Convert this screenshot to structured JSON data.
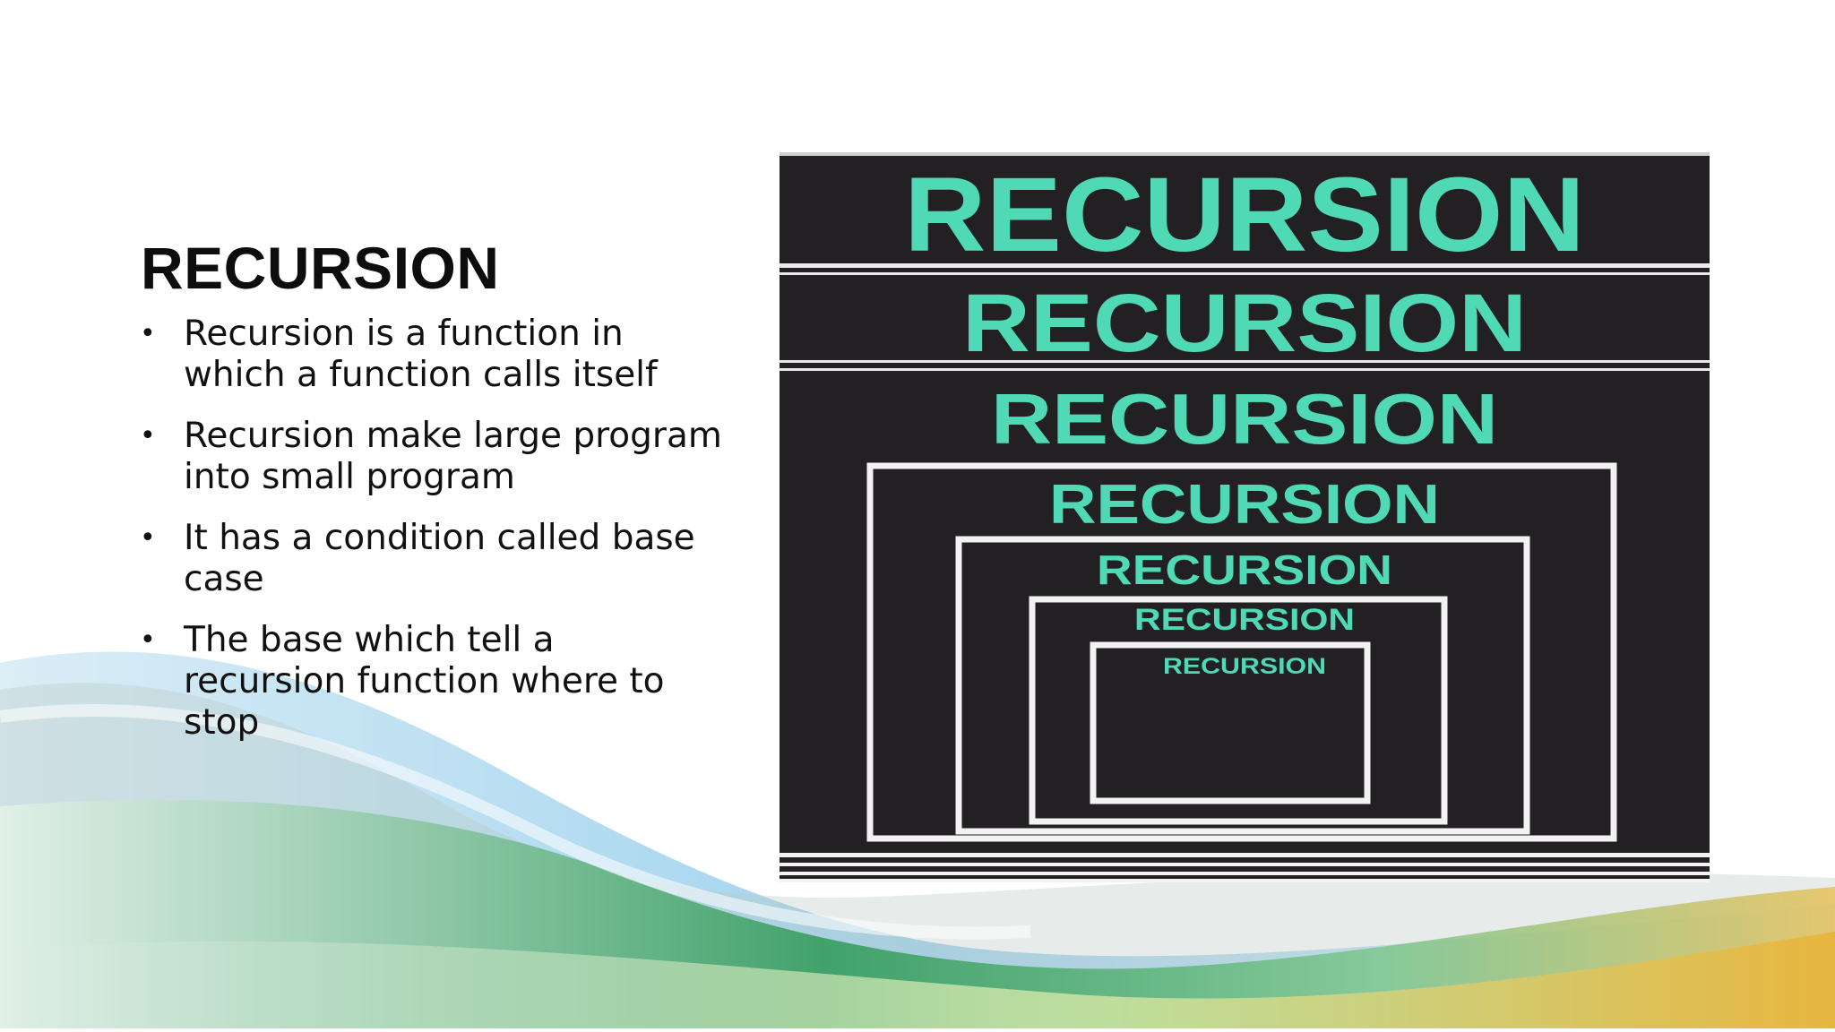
{
  "slide": {
    "title": "RECURSION",
    "bullets": [
      "Recursion is a function in which a function calls itself",
      "Recursion make large program into small program",
      "It has a condition called base case",
      "The base which tell a recursion function where to stop"
    ],
    "bullet_glyph": "•"
  },
  "figure": {
    "words": [
      "RECURSION",
      "RECURSION",
      "RECURSION",
      "RECURSION",
      "RECURSION",
      "RECURSION",
      "RECURSION"
    ],
    "colors": {
      "background": "#222023",
      "text": "#4fd9b5",
      "frame": "#f2f2f2"
    }
  }
}
